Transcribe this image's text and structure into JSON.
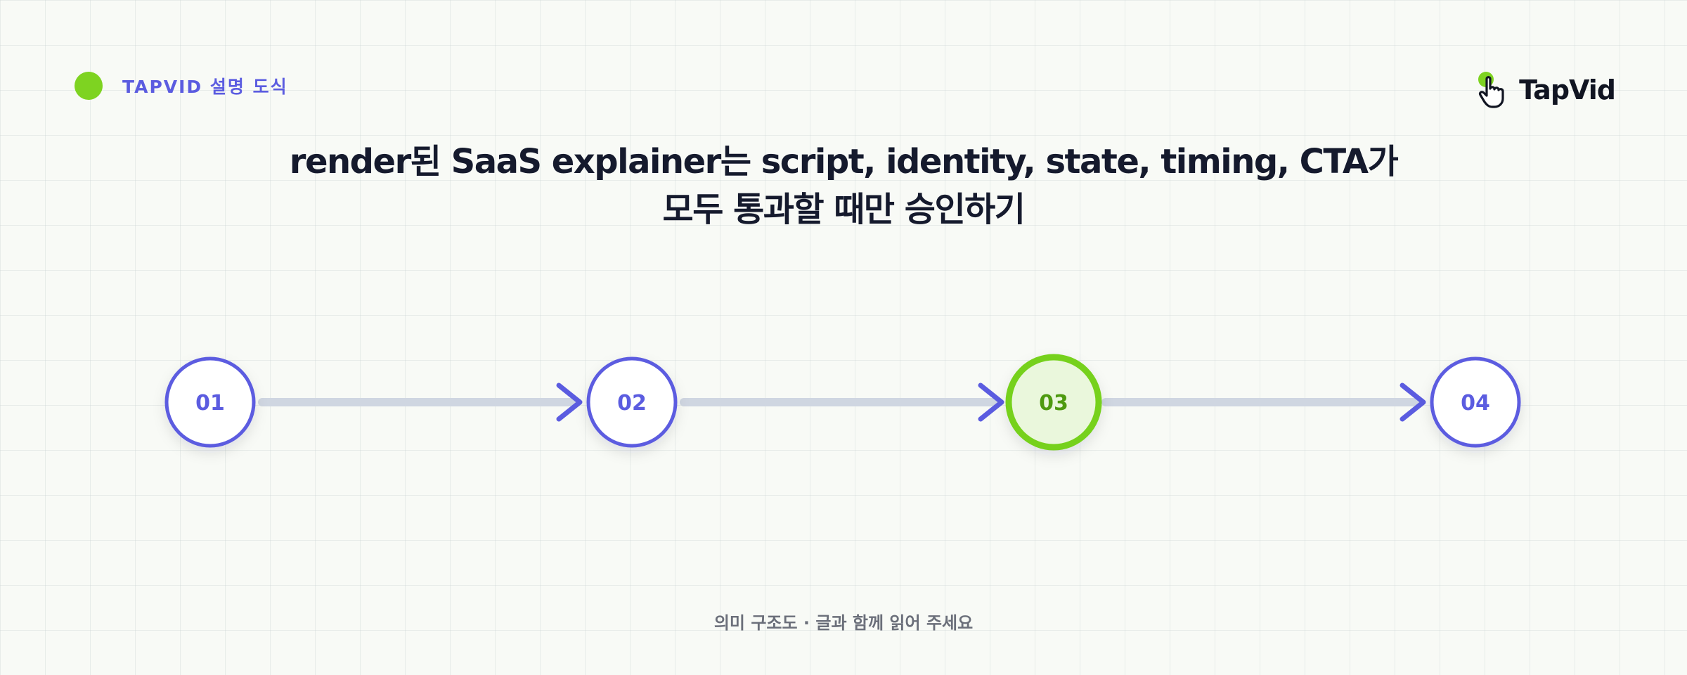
{
  "header": {
    "badge_text": "TAPVID 설명 도식",
    "accent_color": "#7ed321",
    "badge_color": "#5b5ce0"
  },
  "logo": {
    "text": "TapVid",
    "icon": "hand-pointer-icon"
  },
  "title": {
    "line1": "render된 SaaS explainer는 script, identity, state, timing, CTA가",
    "line2": "모두 통과할 때만 승인하기"
  },
  "steps": [
    {
      "label": "01",
      "highlighted": false
    },
    {
      "label": "02",
      "highlighted": false
    },
    {
      "label": "03",
      "highlighted": true
    },
    {
      "label": "04",
      "highlighted": false
    }
  ],
  "colors": {
    "step_stroke": "#5b5ce0",
    "highlight_stroke": "#76d11a",
    "highlight_fill": "#eaf7dc",
    "highlight_text": "#4e9a10",
    "connector": "#cfd6e1",
    "arrowhead": "#5b5ce0"
  },
  "footer": {
    "caption": "의미 구조도 · 글과 함께 읽어 주세요"
  }
}
